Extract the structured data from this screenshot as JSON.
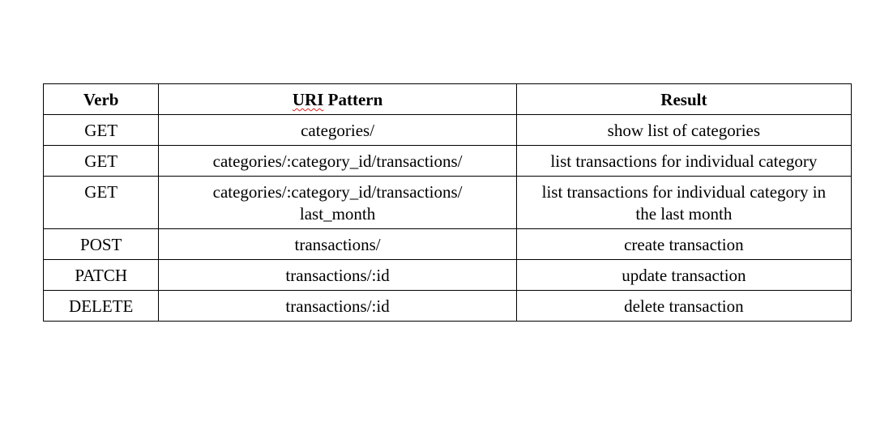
{
  "table": {
    "headers": {
      "verb": "Verb",
      "uri_prefix": "URI",
      "uri_suffix": " Pattern",
      "result": "Result"
    },
    "rows": [
      {
        "verb": "GET",
        "uri": "categories/",
        "uri_line2": "",
        "result": "show list of categories",
        "result_line2": ""
      },
      {
        "verb": "GET",
        "uri": "categories/:category_id/transactions/",
        "uri_line2": "",
        "result": "list transactions for individual category",
        "result_line2": ""
      },
      {
        "verb": "GET",
        "uri": "categories/:category_id/transactions/",
        "uri_line2": "last_month",
        "result": "list transactions for individual category in",
        "result_line2": "the last month"
      },
      {
        "verb": "POST",
        "uri": "transactions/",
        "uri_line2": "",
        "result": "create transaction",
        "result_line2": ""
      },
      {
        "verb": "PATCH",
        "uri": "transactions/:id",
        "uri_line2": "",
        "result": "update transaction",
        "result_line2": ""
      },
      {
        "verb": "DELETE",
        "uri": "transactions/:id",
        "uri_line2": "",
        "result": "delete transaction",
        "result_line2": ""
      }
    ]
  }
}
